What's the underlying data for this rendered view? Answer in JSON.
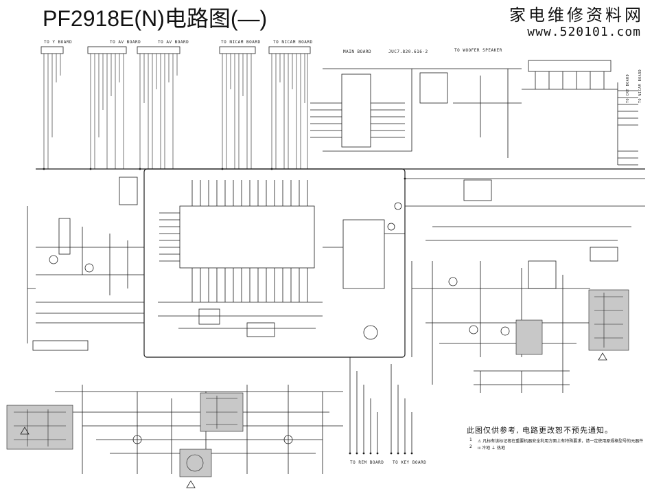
{
  "header": {
    "title": "PF2918E(N)电路图(—)",
    "site_name": "家电维修资料网",
    "site_url": "www.520101.com"
  },
  "labels": {
    "to_y_board": "TO Y BOARD",
    "to_av_board_1": "TO AV BOARD",
    "to_av_board_2": "TO AV BOARD",
    "to_nicam_board_1": "TO NICAM BOARD",
    "to_nicam_board_2": "TO NICAM BOARD",
    "main_board": "MAIN BOARD",
    "board_code": "JUC7.820.616-2",
    "to_woofer_speaker": "TO WOOFER SPEAKER",
    "to_rem_board": "TO REM BOARD",
    "to_key_board": "TO KEY BOARD",
    "to_crt_board": "TO CRT BOARD",
    "to_nicam_board_right": "TO NICAM BOARD"
  },
  "notes": {
    "disclaimer": "此图仅供参考, 电路更改恕不预先通知。",
    "note1_number": "1",
    "note1_text": "⚠ 凡标有该标记者在重要机器安全利用方面上有特殊要求，请一定使用原规格型号的元器件",
    "note2_number": "2",
    "note2_text": "ⲽ 冷地    ⏚ 热地"
  },
  "colors": {
    "line": "#1a1a1a",
    "shade": "#c8c8c8",
    "background": "#ffffff"
  }
}
